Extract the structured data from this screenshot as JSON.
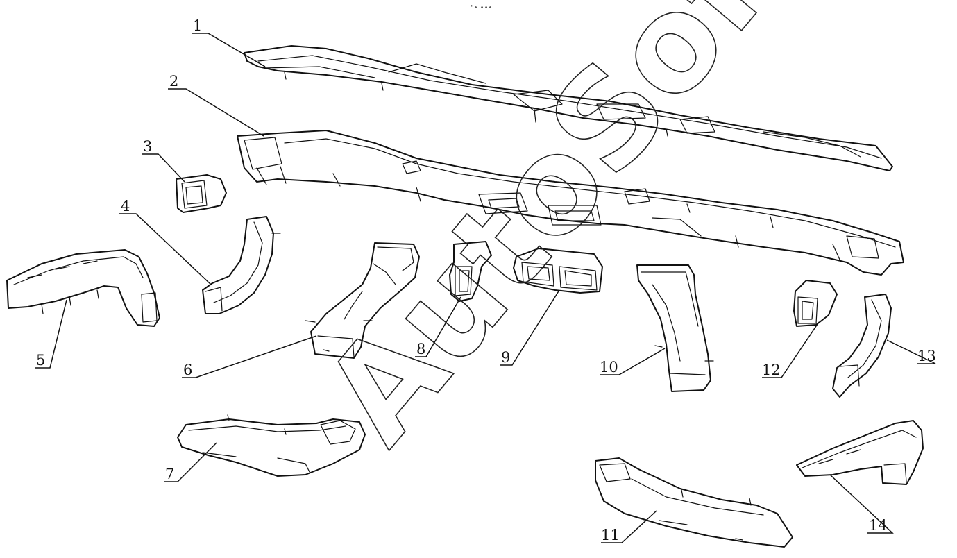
{
  "header": {
    "mark": "\"• •••"
  },
  "watermark": {
    "text": "AutoSoft",
    "color": "#222222"
  },
  "callouts": [
    "1",
    "2",
    "3",
    "4",
    "5",
    "6",
    "7",
    "8",
    "9",
    "10",
    "11",
    "12",
    "13",
    "14"
  ],
  "colors": {
    "ink": "#111111",
    "background": "#ffffff"
  }
}
